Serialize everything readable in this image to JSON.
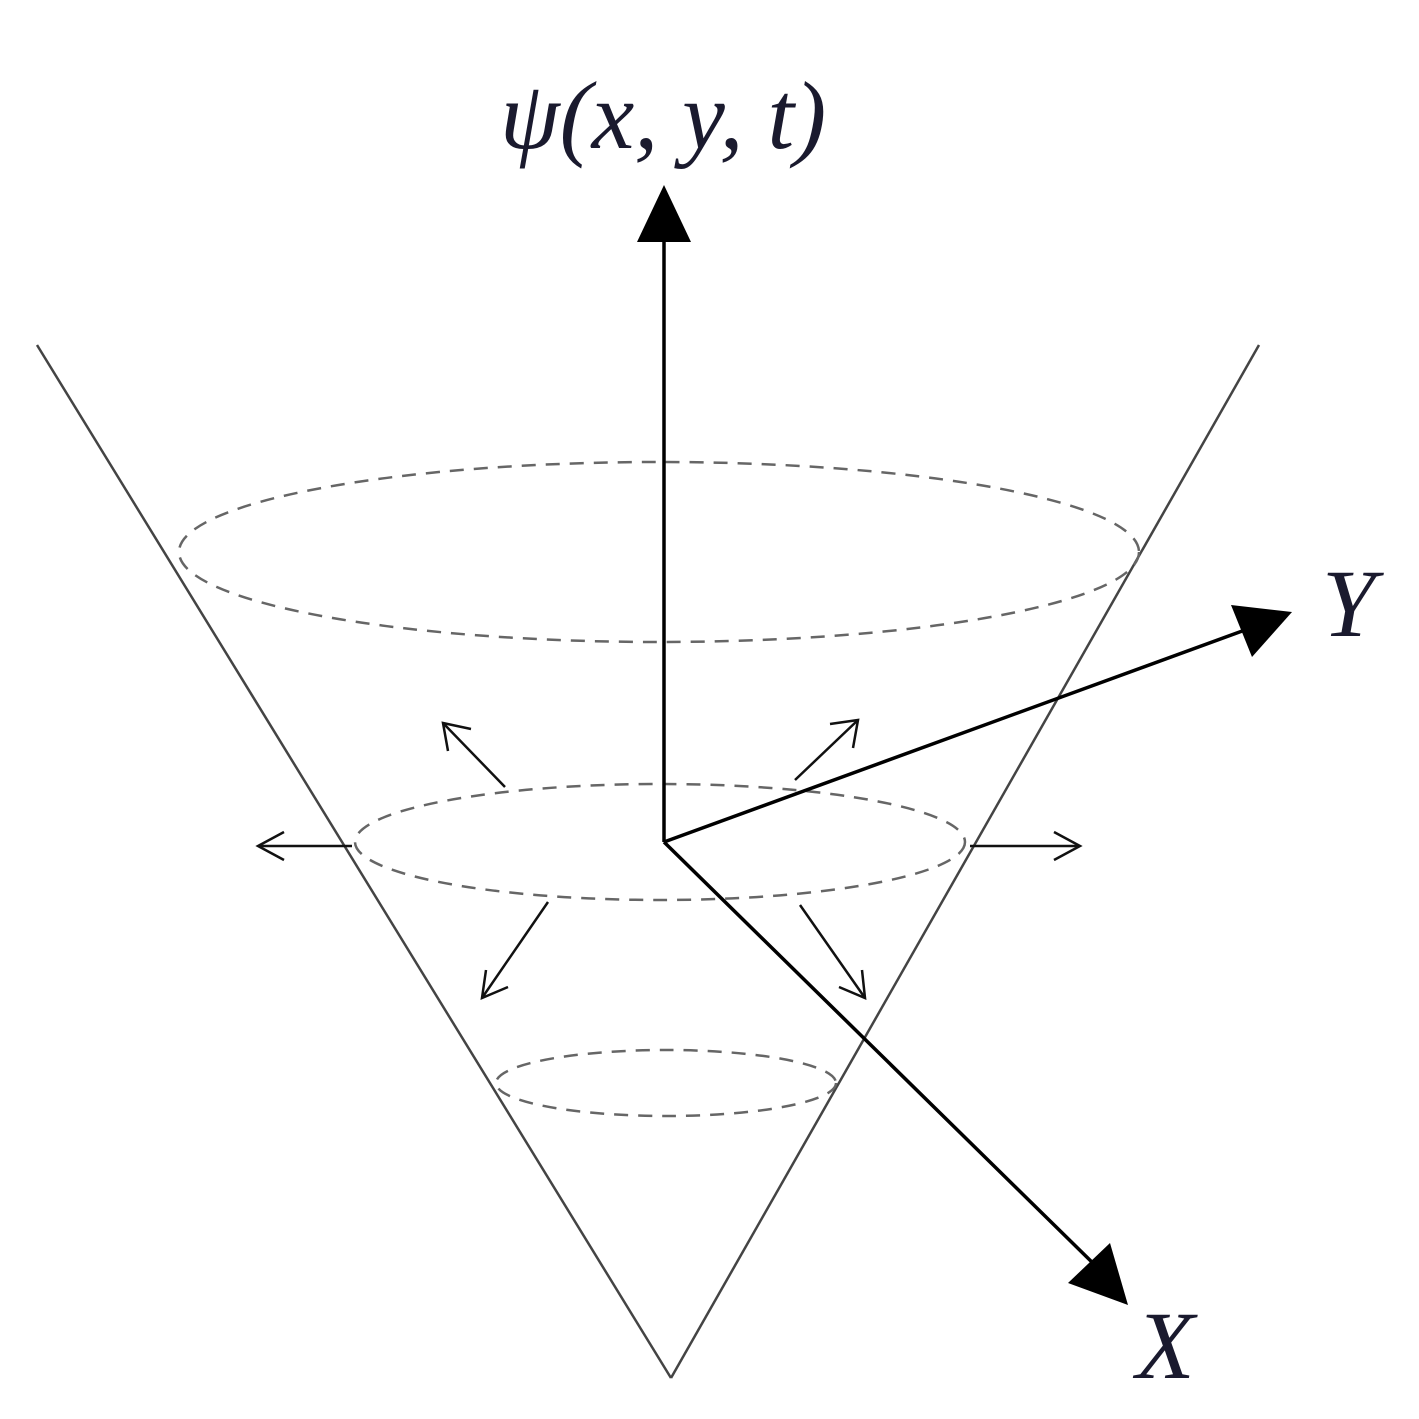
{
  "labels": {
    "vertical_axis": "ψ(x, y, t)",
    "y_axis": "Y",
    "x_axis": "X"
  },
  "colors": {
    "axis": "#000000",
    "cone": "#444444",
    "dashed_levels": "#666666",
    "label_text": "#1a1a2e"
  }
}
